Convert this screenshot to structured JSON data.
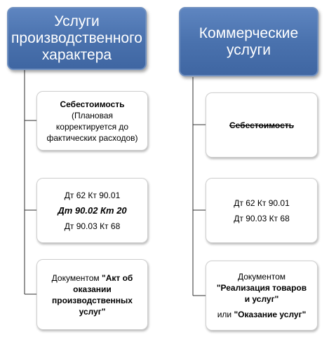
{
  "left": {
    "header": [
      "Услуги",
      "производственного",
      "характера"
    ],
    "cost_box": {
      "title": "Себестоимость",
      "lines": [
        "(Плановая",
        "корректируется до",
        "фактических расходов)"
      ]
    },
    "entries_box": {
      "entry1": "Дт 62  Кт 90.01",
      "entry2": "Дт 90.02  Кт 20",
      "entry3": "Дт 90.03  Кт 68"
    },
    "doc_box": {
      "prefix": "Документом ",
      "lines": [
        "\"Акт об",
        "оказании",
        "производственных",
        "услуг\""
      ]
    }
  },
  "right": {
    "header": [
      "Коммерческие",
      "услуги"
    ],
    "cost_box": {
      "title": "Себестоимость"
    },
    "entries_box": {
      "entry1": "Дт 62  Кт 90.01",
      "entry2": "Дт 90.03  Кт 68"
    },
    "doc_box": {
      "line1": "Документом",
      "line2": "\"Реализация товаров",
      "line3": "и услуг\"",
      "line4_prefix": "или ",
      "line4_bold": "\"Оказание услуг\""
    }
  },
  "colors": {
    "header_fill": "#4a72ae",
    "header_border": "#6f8fbf",
    "connector": "#2f2f2f",
    "box_border": "#cfcfcf"
  }
}
